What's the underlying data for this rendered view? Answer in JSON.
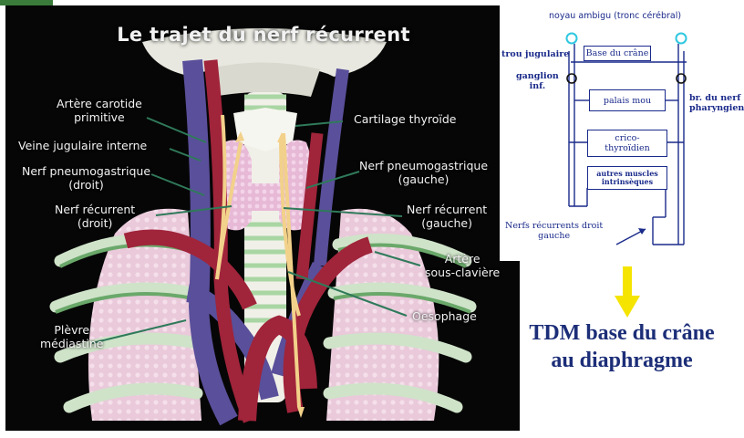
{
  "left_panel": {
    "title": "Le trajet du nerf récurrent",
    "labels_left": [
      {
        "l1": "Artère carotide",
        "l2": "primitive"
      },
      {
        "l1": "Veine jugulaire interne",
        "l2": ""
      },
      {
        "l1": "Nerf pneumogastrique",
        "l2": "(droit)"
      },
      {
        "l1": "Nerf récurrent",
        "l2": "(droit)"
      },
      {
        "l1": "Plèvre",
        "l2": "médiastine"
      }
    ],
    "labels_right": [
      {
        "l1": "Cartilage thyroïde",
        "l2": ""
      },
      {
        "l1": "Nerf pneumogastrique",
        "l2": "(gauche)"
      },
      {
        "l1": "Nerf récurrent",
        "l2": "(gauche)"
      },
      {
        "l1": "Artère",
        "l2": "sous-clavière"
      },
      {
        "l1": "Oesophage",
        "l2": ""
      }
    ]
  },
  "diagram": {
    "top_label": "noyau ambigu (tronc cérébral)",
    "base_crane": "Base du crâne",
    "trou_jugulaire": "trou jugulaire",
    "ganglion_l1": "ganglion",
    "ganglion_l2": "inf.",
    "palais_mou": "palais mou",
    "br_nerf_l1": "br. du nerf",
    "br_nerf_l2": "pharyngien",
    "crico_l1": "crico-",
    "crico_l2": "thyroïdien",
    "autres_l1": "autres muscles",
    "autres_l2": "intrinsèques",
    "nerfs_l1": "Nerfs récurrents droit",
    "nerfs_l2": "gauche"
  },
  "caption": {
    "line1": "TDM base du crâne",
    "line2": "au diaphragme"
  },
  "colors": {
    "diagram_ink": "#1a2a8a",
    "diagram_circles": "#2ec8e0",
    "caption": "#1c2e78",
    "arrow": "#f5e400"
  }
}
